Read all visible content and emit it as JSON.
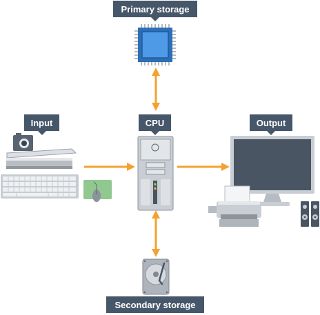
{
  "labels": {
    "primary_storage": "Primary storage",
    "input": "Input",
    "cpu": "CPU",
    "output": "Output",
    "secondary_storage": "Secondary storage"
  },
  "colors": {
    "label_bg": "#47576a",
    "arrow": "#f5a030",
    "chip_blue": "#3f8fe0",
    "device_grey": "#cfd3d8",
    "screen_dark": "#4a5563",
    "mouse_pad": "#90c890"
  },
  "icons": [
    "chip-icon",
    "camera-icon",
    "scanner-icon",
    "keyboard-icon",
    "mouse-icon",
    "cpu-tower-icon",
    "monitor-icon",
    "printer-icon",
    "speakers-icon",
    "hard-drive-icon"
  ]
}
